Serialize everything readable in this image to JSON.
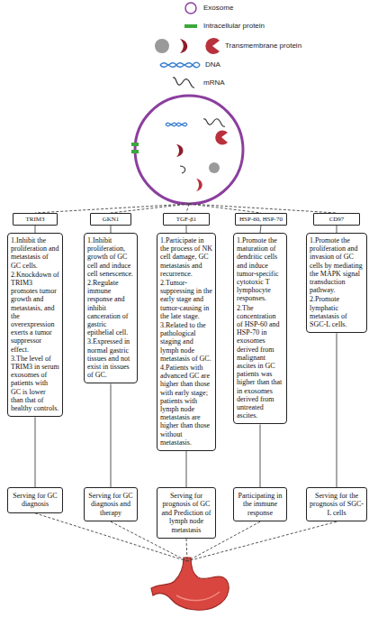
{
  "diagram": {
    "nodes": [
      {
        "text": [
          "TRIM3"
        ]
      },
      {
        "text": [
          "GKN1"
        ]
      },
      {
        "text": [
          "TGF-β1"
        ]
      },
      {
        "text": [
          "HSP-60, HSP-70"
        ]
      },
      {
        "text": [
          "CD97"
        ]
      },
      {
        "text": [
          "1.Inhibit the proliferation and metastasis of GC cells.",
          "2.Knockdown of TRIM3 promotes tumor growth and metastasis, and the overexpression exerts a tumor suppressor effect.",
          "3.The level of TRIM3 in serum exosomes of patients with GC is lower than that of healthy controls."
        ]
      },
      {
        "text": [
          "1.Inhibit proliferation, growth of GC cell and induce cell senescence.",
          "2.Regulate immune response and inhibit canceration of gastric epithelial cell.",
          "3.Expressed in normal gastric tissues and not exist in tissues of GC."
        ]
      },
      {
        "text": [
          "1.Participate in the process of NK cell damage, GC metastasis and recurrence.",
          "2.Tumor-suppressing in the early stage and tumor-causing in the late stage.",
          "3.Related to the pathological staging and lymph node metastasis of GC.",
          "4.Patients with advanced GC are higher than those with early stage; patients with lymph node metastasis are higher than those without metastasis."
        ]
      },
      {
        "text": [
          "1.Promote the maturation of dendritic cells and induce tumor-specific cytotoxic T lymphocyte responses.",
          "2.The concentration of HSP-60 and HSP-70 in exosomes derived from malignant ascites in GC patients was higher than that in exosomes derived from untreated ascites."
        ]
      },
      {
        "text": [
          "1.Promote the proliferation and invasion of GC cells by mediating the MAPK signal transduction pathway.",
          "2.Promote lymphatic metastasis of SGC-L cells."
        ]
      },
      {
        "text": [
          "Serving for GC diagnosis"
        ]
      },
      {
        "text": [
          "Serving for GC diagnosis and therapy"
        ]
      },
      {
        "text": [
          "Serving for prognosis of GC and Prediction of lymph node metastasis"
        ]
      },
      {
        "text": [
          "Participating in the immune response"
        ]
      },
      {
        "text": [
          "Serving for the prognosis of SGC-L cells"
        ]
      }
    ],
    "edges": [
      {
        "from": 0,
        "to": 5,
        "arrow": "none"
      },
      {
        "from": 1,
        "to": 6,
        "arrow": "none"
      },
      {
        "from": 2,
        "to": 7,
        "arrow": "none"
      },
      {
        "from": 3,
        "to": 8,
        "arrow": "none"
      },
      {
        "from": 4,
        "to": 9,
        "arrow": "none"
      },
      {
        "from": 5,
        "to": 10,
        "arrow": "none"
      },
      {
        "from": 6,
        "to": 11,
        "arrow": "none"
      },
      {
        "from": 7,
        "to": 12,
        "arrow": "none"
      },
      {
        "from": 8,
        "to": 13,
        "arrow": "none"
      },
      {
        "from": 9,
        "to": 14,
        "arrow": "none"
      }
    ],
    "legend": [
      {
        "text": "Exosome"
      },
      {
        "text": "Intracellular protein"
      },
      {
        "text": "Transmembrane protein"
      },
      {
        "text": "DNA"
      },
      {
        "text": "mRNA"
      }
    ]
  }
}
